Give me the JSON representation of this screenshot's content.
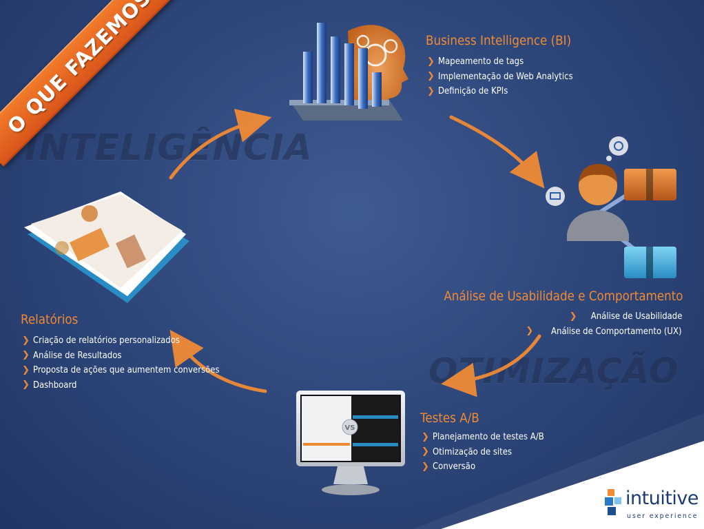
{
  "banner": {
    "label": "O QUE FAZEMOS"
  },
  "watermarks": {
    "top_left": "INTELIGÊNCIA",
    "bottom_right": "OTIMIZAÇÃO"
  },
  "colors": {
    "accent": "#f08a35",
    "background": "#2f487c",
    "banner": "#e2621f"
  },
  "sections": {
    "bi": {
      "title": "Business Intelligence (BI)",
      "items": [
        "Mapeamento de tags",
        "Implementação de Web Analytics",
        "Definição de KPIs"
      ]
    },
    "usability": {
      "title": "Análise de Usabilidade e Comportamento",
      "items": [
        "Análise de Usabilidade",
        "Análise de Comportamento (UX)"
      ]
    },
    "ab": {
      "title": "Testes A/B",
      "items": [
        "Planejamento de testes A/B",
        "Otimização de sites",
        "Conversão"
      ],
      "vs_label": "VS"
    },
    "reports": {
      "title": "Relatórios",
      "items": [
        "Criação de relatórios personalizados",
        "Análise de Resultados",
        "Proposta de ações que aumentem conversões",
        "Dashboard"
      ]
    }
  },
  "logo": {
    "name": "intuitive",
    "tagline": "user experience"
  },
  "icons": [
    "chart-head-icon",
    "user-network-icon",
    "monitor-ab-test-icon",
    "reports-papers-icon",
    "chevron-right-icon"
  ]
}
